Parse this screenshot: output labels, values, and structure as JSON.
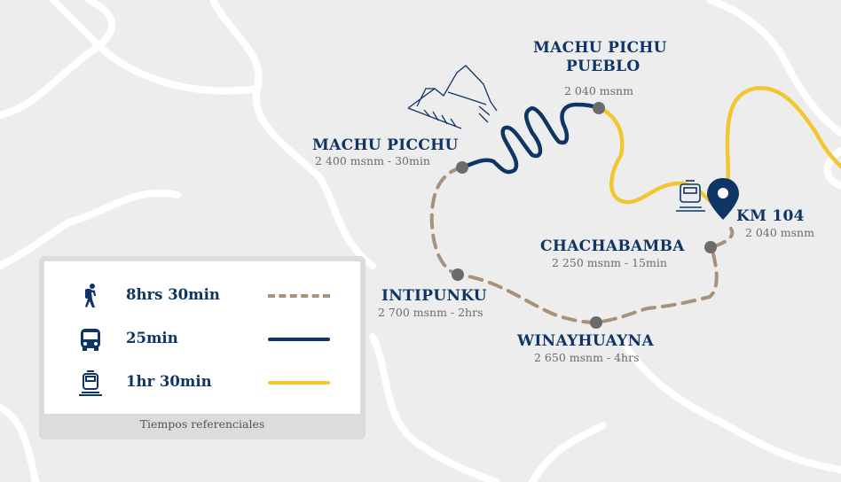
{
  "places": {
    "machu_pichu_pueblo": {
      "name_line1": "MACHU PICHU",
      "name_line2": "PUEBLO",
      "detail": "2 040 msnm"
    },
    "machu_picchu": {
      "name": "MACHU PICCHU",
      "detail": "2 400 msnm - 30min"
    },
    "km104": {
      "name": "KM 104",
      "detail": "2 040 msnm"
    },
    "chachabamba": {
      "name": "CHACHABAMBA",
      "detail": "2 250 msnm - 15min"
    },
    "intipunku": {
      "name": "INTIPUNKU",
      "detail": "2 700 msnm - 2hrs"
    },
    "winayhuayna": {
      "name": "WINAYHUAYNA",
      "detail": "2 650 msnm - 4hrs"
    }
  },
  "legend": {
    "items": [
      {
        "icon": "hiker-icon",
        "label": "8hrs 30min",
        "color": "#a8927a",
        "style": "dashed"
      },
      {
        "icon": "bus-icon",
        "label": "25min",
        "color": "#0f3566",
        "style": "solid"
      },
      {
        "icon": "train-icon",
        "label": "1hr 30min",
        "color": "#f2c631",
        "style": "solid"
      }
    ],
    "footer": "Tiempos referenciales"
  },
  "colors": {
    "navy": "#0f3566",
    "trail": "#a8927a",
    "train": "#f2c631",
    "stop": "#6b6b6b",
    "road": "#ffffff",
    "land": "#ededed"
  }
}
